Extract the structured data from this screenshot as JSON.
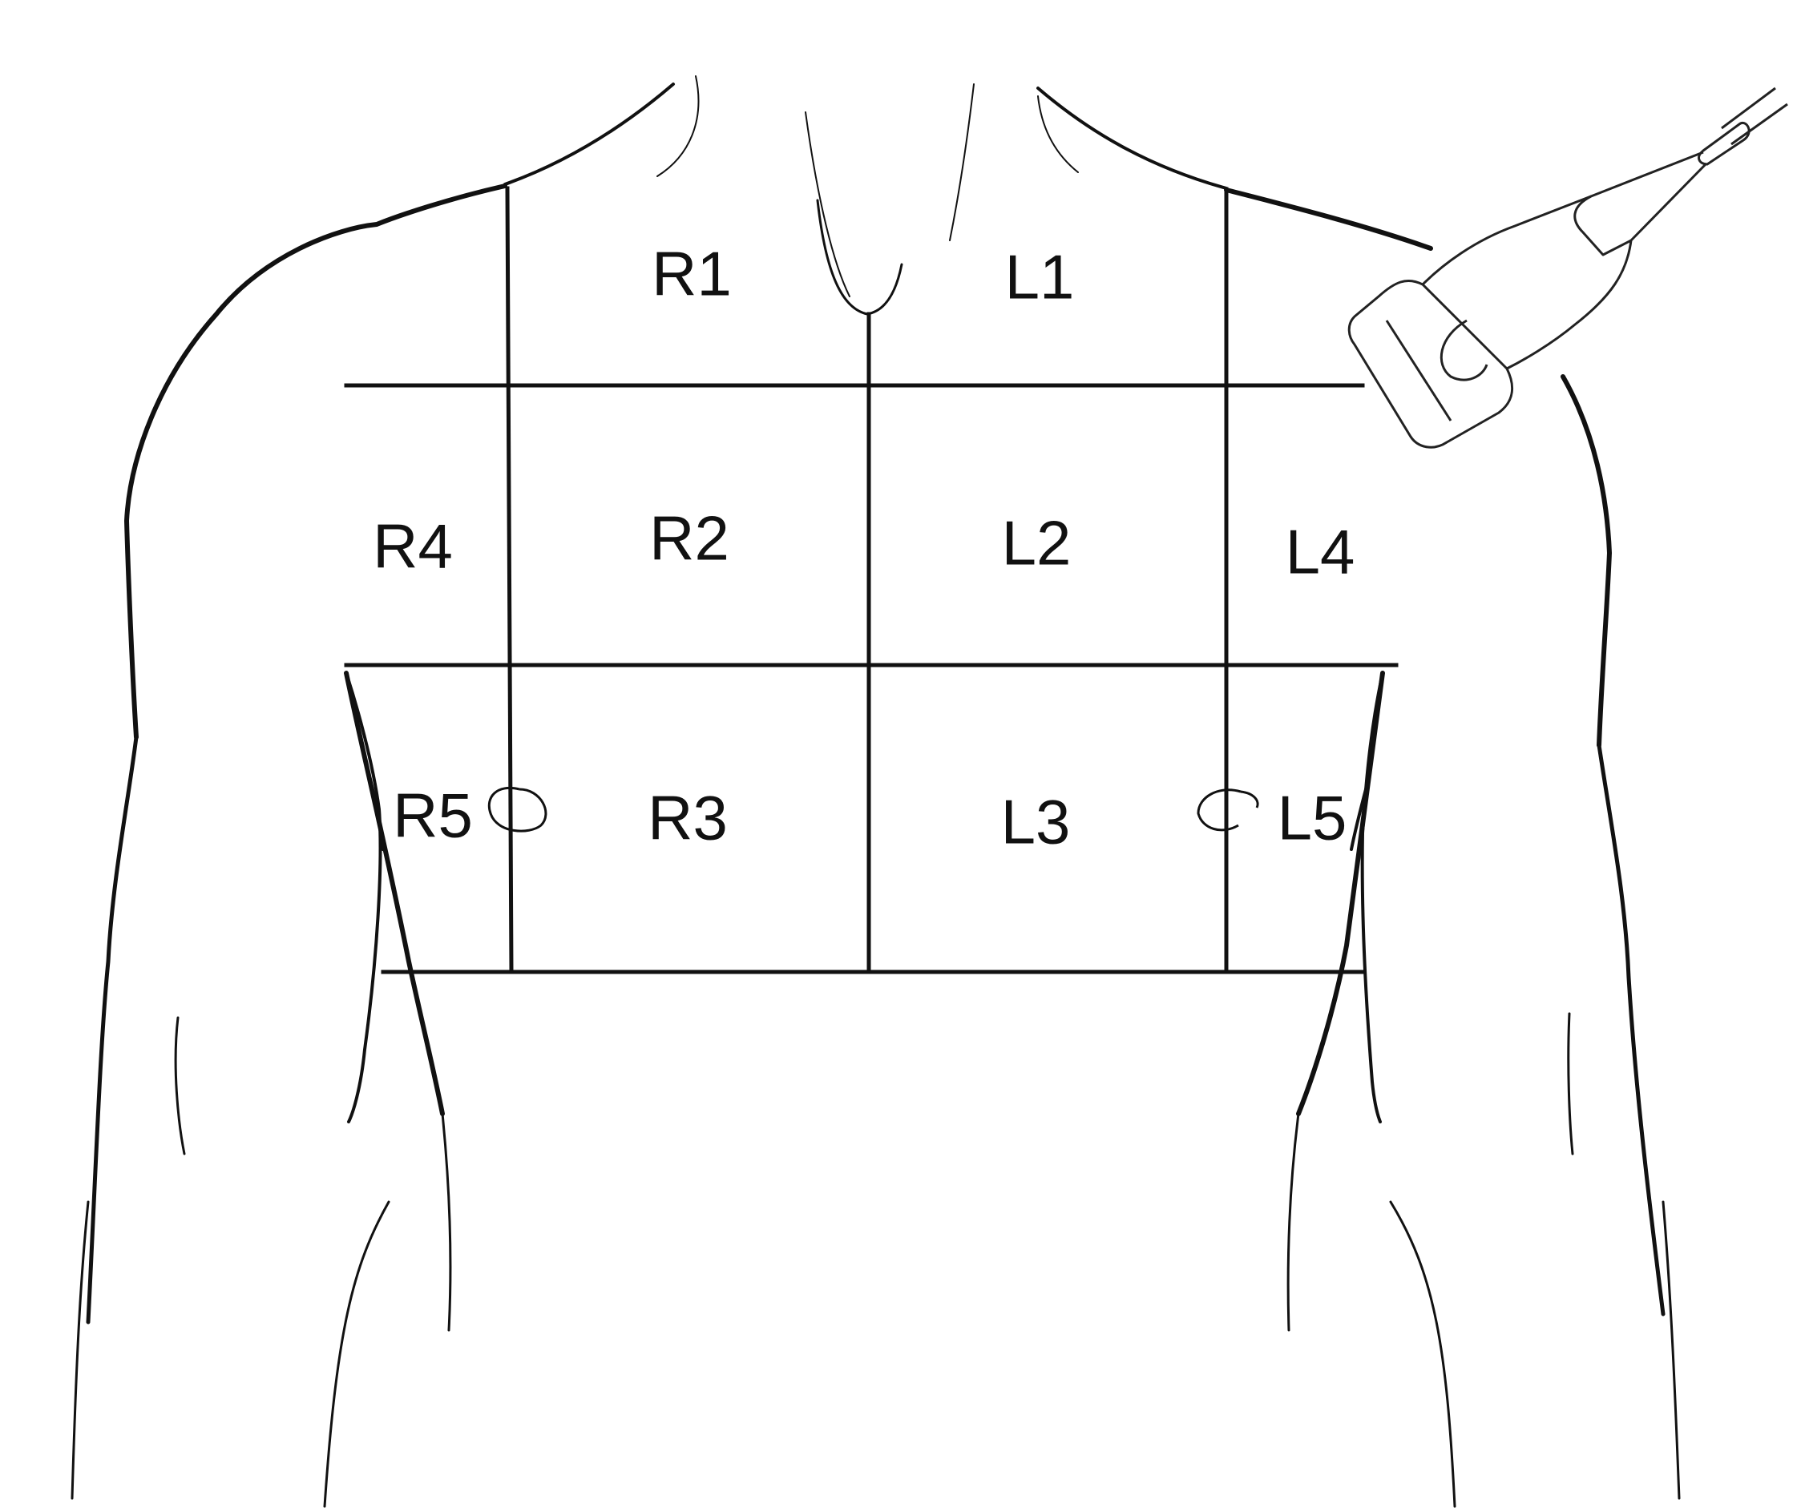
{
  "diagram": {
    "zones": [
      {
        "id": "R1",
        "label": "R1"
      },
      {
        "id": "L1",
        "label": "L1"
      },
      {
        "id": "R4",
        "label": "R4"
      },
      {
        "id": "R2",
        "label": "R2"
      },
      {
        "id": "L2",
        "label": "L2"
      },
      {
        "id": "L4",
        "label": "L4"
      },
      {
        "id": "R5",
        "label": "R5"
      },
      {
        "id": "R3",
        "label": "R3"
      },
      {
        "id": "L3",
        "label": "L3"
      },
      {
        "id": "L5",
        "label": "L5"
      }
    ],
    "icons": {
      "torso": "torso-outline-icon",
      "probe": "ultrasound-probe-icon",
      "nipples": "nipple-icon"
    },
    "colors": {
      "line": "#111111",
      "background": "#ffffff"
    }
  }
}
